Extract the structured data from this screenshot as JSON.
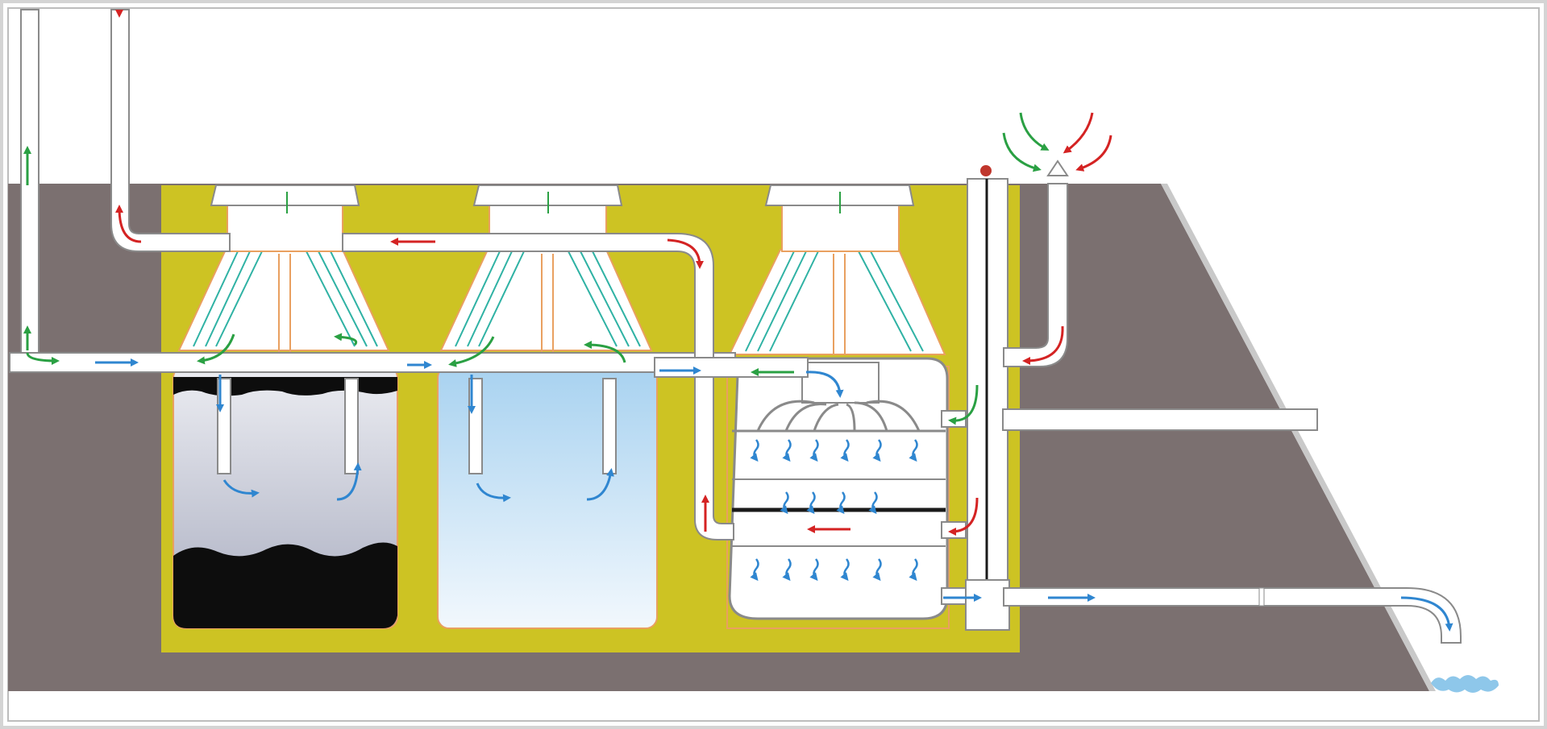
{
  "diagram": {
    "subject": "",
    "colors": {
      "frame": "#d4d4d4",
      "sky": "#ffffff",
      "soil": "#7b7070",
      "soil_edge": "#c9c9c9",
      "plant_body": "#cdc323",
      "pipe_fill": "#ffffff",
      "pipe_outline": "#8a8a8a",
      "cone_orange": "#e9a060",
      "cone_teal": "#2fb2a4",
      "tank1_top": "#ecedf2",
      "tank1_bottom": "#a9adc0",
      "sludge": "#0d0d0d",
      "tank2_top": "#a8d2f0",
      "tank2_bottom": "#f2f8fd",
      "filter_body": "#ffffff",
      "water_outlet": "#8ec7ea",
      "flow_water": "#2f86d0",
      "flow_air_in": "#2aa043",
      "flow_gas_out": "#d42323",
      "valve_knob": "#c0362c"
    },
    "flow_legend": [
      {
        "kind": "wastewater-flow",
        "color": "#2f86d0"
      },
      {
        "kind": "fresh-air-ventilation",
        "color": "#2aa043"
      },
      {
        "kind": "exhaust-gas-ventilation",
        "color": "#d42323"
      }
    ],
    "components": [
      {
        "name": "inlet-pipe"
      },
      {
        "name": "ventilation-stack-left"
      },
      {
        "name": "exhaust-stack"
      },
      {
        "name": "septic-chamber-1"
      },
      {
        "name": "settling-chamber-2"
      },
      {
        "name": "biofilter-chamber-3"
      },
      {
        "name": "sampling-shaft"
      },
      {
        "name": "air-vent-cap"
      },
      {
        "name": "overflow-pipe"
      },
      {
        "name": "outlet-pipe"
      },
      {
        "name": "discharge-water"
      }
    ]
  }
}
